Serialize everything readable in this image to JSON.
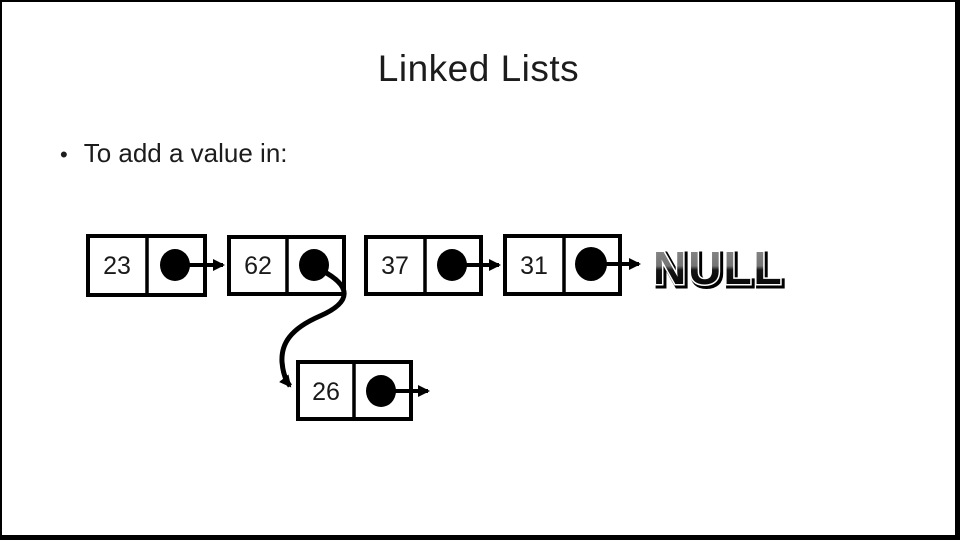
{
  "slide": {
    "title": "Linked Lists",
    "bullet": {
      "marker": "•",
      "text": "To add a value in:"
    }
  },
  "diagram": {
    "type": "linked-list",
    "null_label": "NULL",
    "nodes": [
      {
        "value": "23"
      },
      {
        "value": "62"
      },
      {
        "value": "37"
      },
      {
        "value": "31"
      },
      {
        "value": "26"
      }
    ],
    "links": [
      "23 -> 62",
      "62 -> 26 (curved down)",
      "26 -> (right)",
      "37 -> 31",
      "31 -> NULL"
    ],
    "colors": {
      "stroke": "#000000",
      "slide_background": "#ffffff",
      "null_gradient_top": "#8c8c8c",
      "null_gradient_bottom": "#000000"
    }
  }
}
